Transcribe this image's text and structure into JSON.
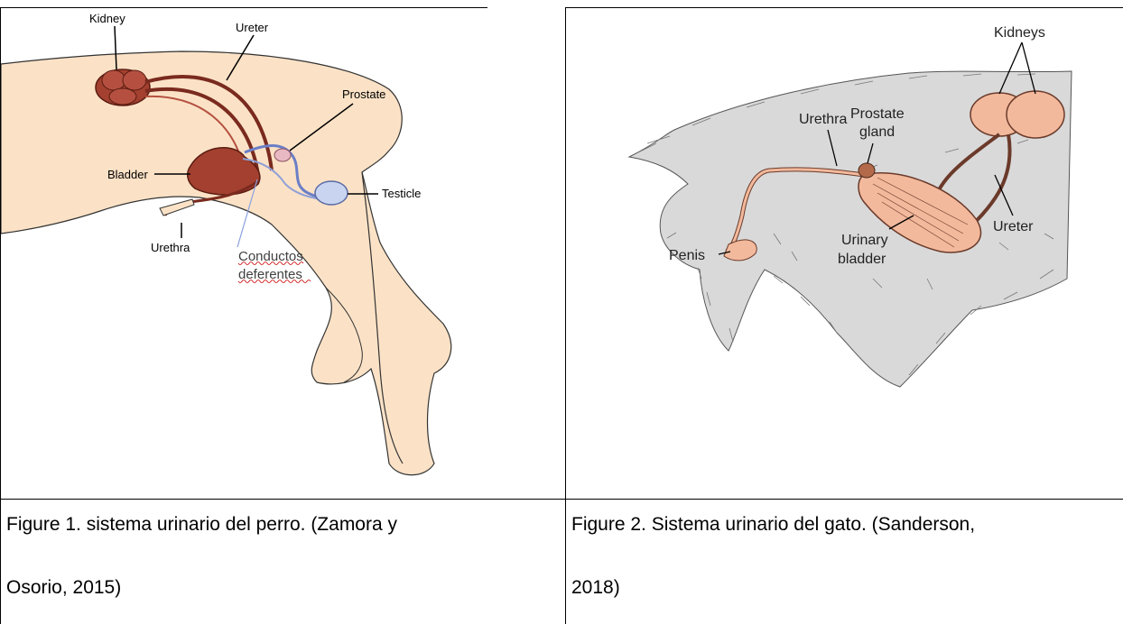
{
  "figure1": {
    "labels": {
      "kidney": "Kidney",
      "ureter": "Ureter",
      "prostate": "Prostate",
      "bladder": "Bladder",
      "testicle": "Testicle",
      "urethra": "Urethra",
      "conductos_line1": "Conductos",
      "conductos_line2": "deferentes"
    },
    "caption_line1": "Figure 1. sistema urinario del perro. (Zamora y",
    "caption_line2": "Osorio, 2015)"
  },
  "figure2": {
    "labels": {
      "kidneys": "Kidneys",
      "prostate_line1": "Prostate",
      "prostate_line2": "gland",
      "urethra": "Urethra",
      "penis": "Penis",
      "urinary_line1": "Urinary",
      "urinary_line2": "bladder",
      "ureter": "Ureter"
    },
    "caption_line1": "Figure 2. Sistema urinario del gato. (Sanderson,",
    "caption_line2": "2018)"
  },
  "colors": {
    "skin": "#fbe2c6",
    "organ": "#a3402f",
    "fur": "#d9d9d9",
    "cat_organ": "#f2b99c"
  }
}
